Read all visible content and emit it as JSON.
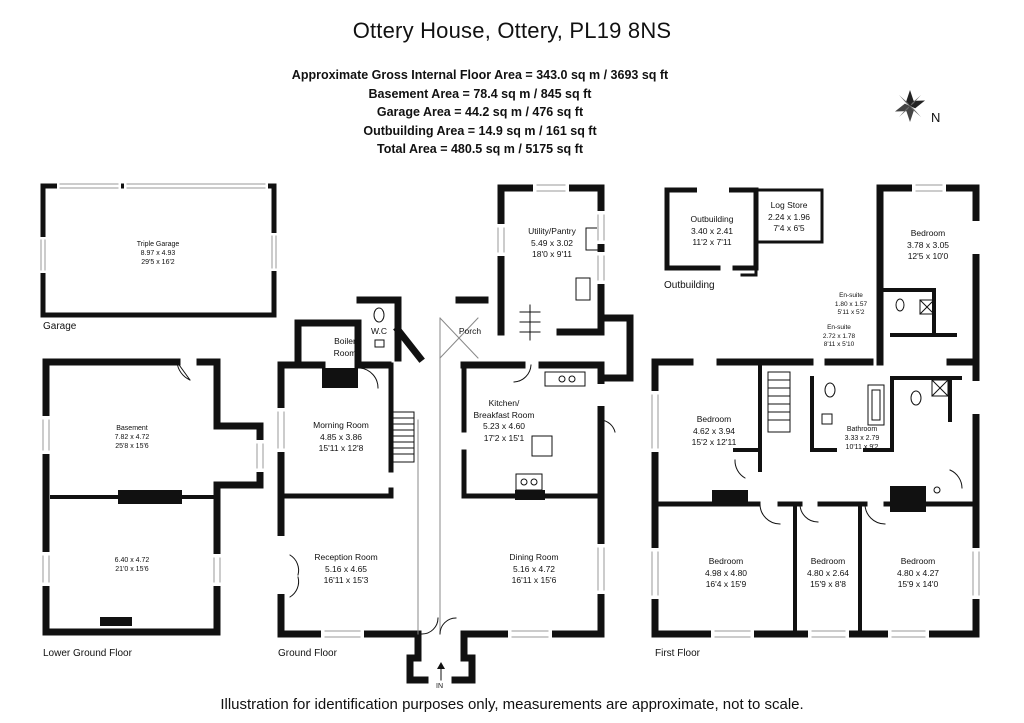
{
  "title": "Ottery House, Ottery, PL19 8NS",
  "areas": [
    "Approximate Gross Internal Floor Area  = 343.0 sq m / 3693 sq ft",
    "Basement Area = 78.4 sq m / 845 sq ft",
    "Garage Area = 44.2 sq m / 476 sq ft",
    "Outbuilding Area = 14.9 sq m / 161 sq ft",
    "Total Area = 480.5 sq m / 5175 sq ft"
  ],
  "compass": {
    "label": "N",
    "icon": "compass-rose-icon"
  },
  "floor_labels": {
    "garage": "Garage",
    "lower_ground": "Lower Ground Floor",
    "ground": "Ground Floor",
    "first": "First Floor",
    "outbuilding": "Outbuilding"
  },
  "entrance": "IN",
  "rooms": {
    "triple_garage": {
      "name": "Triple Garage",
      "m": "8.97 x 4.93",
      "ft": "29'5 x 16'2"
    },
    "basement": {
      "name": "Basement",
      "m": "7.82 x 4.72",
      "ft": "25'8 x 15'6"
    },
    "lower_room": {
      "m": "6.40 x 4.72",
      "ft": "21'0 x 15'6"
    },
    "utility": {
      "name": "Utility/Pantry",
      "m": "5.49 x 3.02",
      "ft": "18'0 x 9'11"
    },
    "wc": {
      "name": "W.C"
    },
    "boiler": {
      "name": "Boiler",
      "name2": "Room"
    },
    "porch": {
      "name": "Porch"
    },
    "morning": {
      "name": "Morning Room",
      "m": "4.85 x 3.86",
      "ft": "15'11 x 12'8"
    },
    "kitchen": {
      "name": "Kitchen/",
      "name2": "Breakfast Room",
      "m": "5.23 x 4.60",
      "ft": "17'2 x 15'1"
    },
    "reception": {
      "name": "Reception Room",
      "m": "5.16 x 4.65",
      "ft": "16'11 x 15'3"
    },
    "dining": {
      "name": "Dining Room",
      "m": "5.16 x 4.72",
      "ft": "16'11 x 15'6"
    },
    "outbuilding": {
      "name": "Outbuilding",
      "m": "3.40 x 2.41",
      "ft": "11'2 x 7'11"
    },
    "log_store": {
      "name": "Log Store",
      "m": "2.24 x 1.96",
      "ft": "7'4 x 6'5"
    },
    "bedroom_ne": {
      "name": "Bedroom",
      "m": "3.78 x 3.05",
      "ft": "12'5 x 10'0"
    },
    "ensuite1": {
      "name": "En-suite",
      "m": "1.80 x 1.57",
      "ft": "5'11 x 5'2"
    },
    "ensuite2": {
      "name": "En-suite",
      "m": "2.72 x 1.78",
      "ft": "8'11 x 5'10"
    },
    "bedroom_w": {
      "name": "Bedroom",
      "m": "4.62 x 3.94",
      "ft": "15'2 x 12'11"
    },
    "bathroom": {
      "name": "Bathroom",
      "m": "3.33 x 2.79",
      "ft": "10'11 x 9'2"
    },
    "bedroom_sw": {
      "name": "Bedroom",
      "m": "4.98 x 4.80",
      "ft": "16'4 x 15'9"
    },
    "bedroom_sm": {
      "name": "Bedroom",
      "m": "4.80 x 2.64",
      "ft": "15'9 x 8'8"
    },
    "bedroom_se": {
      "name": "Bedroom",
      "m": "4.80 x 4.27",
      "ft": "15'9 x 14'0"
    }
  },
  "footer": "Illustration for identification purposes only, measurements are approximate, not to scale."
}
